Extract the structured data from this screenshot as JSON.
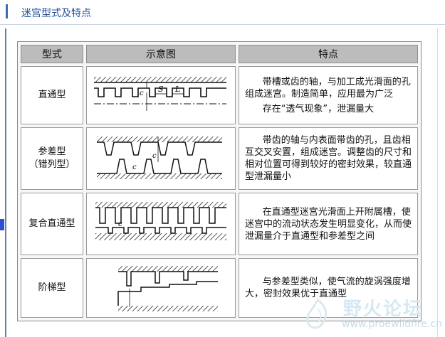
{
  "page": {
    "title": "迷宫型式及特点"
  },
  "table": {
    "headers": [
      "型式",
      "示意图",
      "特点"
    ],
    "rows": [
      {
        "type_lines": [
          "直通型"
        ],
        "feature": [
          "带槽或齿的轴，与加工成光滑面的孔组成迷宫。制造简单，应用最为广泛",
          "存在“透气现象”，泄漏量大"
        ],
        "fig_labels": {
          "s": "S",
          "l": "L",
          "c": "c"
        }
      },
      {
        "type_lines": [
          "参差型",
          "（错列型）"
        ],
        "feature": [
          "带齿的轴与内表面带齿的孔，且齿相互交叉安置，组成迷宫。调整齿的尺寸和相对位置可得到较好的密封效果，较直通型泄漏量小"
        ],
        "fig_labels": {
          "c1": "c",
          "c2": "c"
        }
      },
      {
        "type_lines": [
          "复合直通型"
        ],
        "feature": [
          "在直通型迷宫光滑面上开附属槽，使迷宫中的流动状态发生明显变化，从而使泄漏量介于直通型和参差型之间"
        ],
        "fig_labels": {
          "c": "c"
        }
      },
      {
        "type_lines": [
          "阶梯型"
        ],
        "feature": [
          "与参差型类似，使气流的旋涡强度增大，密封效果优于直通型"
        ],
        "fig_labels": {}
      }
    ]
  },
  "watermark": {
    "name": "野火论坛",
    "url": "www.proewildfire.cn"
  },
  "colors": {
    "header_bg": "#bcbcbc",
    "title_blue": "#1f4f9a",
    "watermark": "#d6e8f1"
  }
}
